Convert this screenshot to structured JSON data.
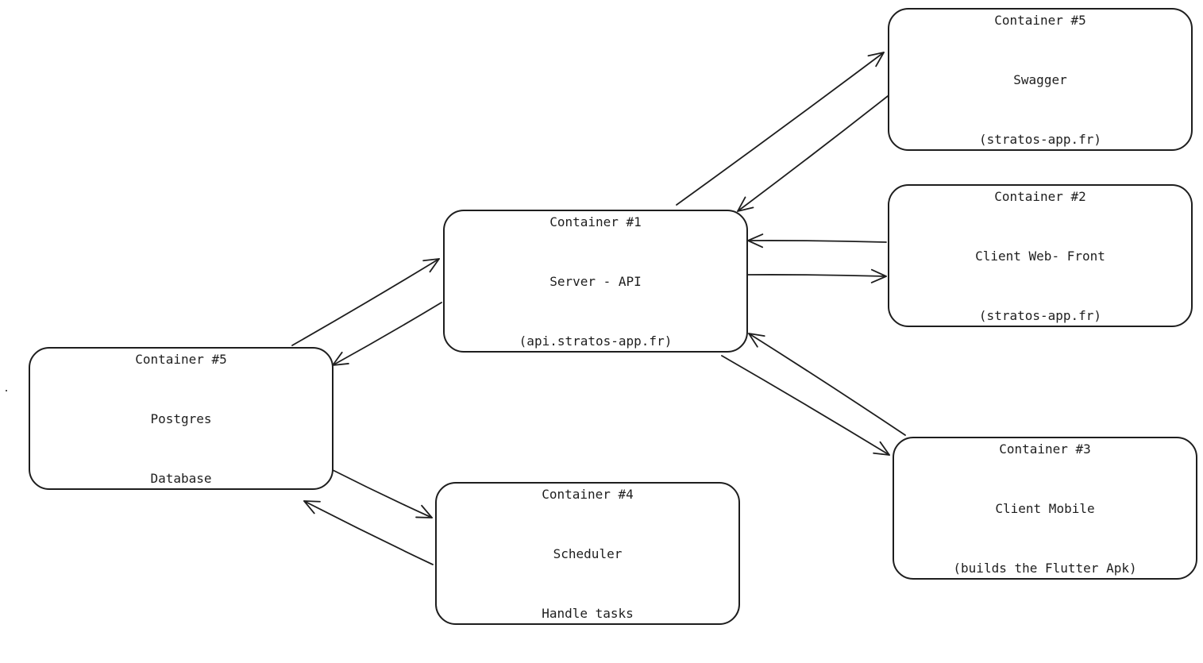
{
  "diagram": {
    "nodes": {
      "api": {
        "lines": [
          "Container #1",
          "Server - API",
          "(api.stratos-app.fr)"
        ]
      },
      "swagger": {
        "lines": [
          "Container #5",
          "Swagger",
          "(stratos-app.fr)"
        ]
      },
      "web": {
        "lines": [
          "Container #2",
          "Client Web- Front",
          "(stratos-app.fr)"
        ]
      },
      "mobile": {
        "lines": [
          "Container #3",
          "Client Mobile",
          "(builds the Flutter Apk)"
        ]
      },
      "postgres": {
        "lines": [
          "Container #5",
          "Postgres",
          "Database"
        ]
      },
      "scheduler": {
        "lines": [
          "Container #4",
          "Scheduler",
          "Handle tasks"
        ]
      }
    },
    "edges": [
      {
        "from": "api",
        "to": "swagger"
      },
      {
        "from": "swagger",
        "to": "api"
      },
      {
        "from": "web",
        "to": "api"
      },
      {
        "from": "api",
        "to": "web"
      },
      {
        "from": "mobile",
        "to": "api"
      },
      {
        "from": "api",
        "to": "mobile"
      },
      {
        "from": "postgres",
        "to": "api"
      },
      {
        "from": "api",
        "to": "postgres"
      },
      {
        "from": "postgres",
        "to": "scheduler"
      },
      {
        "from": "scheduler",
        "to": "postgres"
      }
    ],
    "colors": {
      "stroke": "#1e1e1e",
      "background": "#ffffff"
    }
  }
}
